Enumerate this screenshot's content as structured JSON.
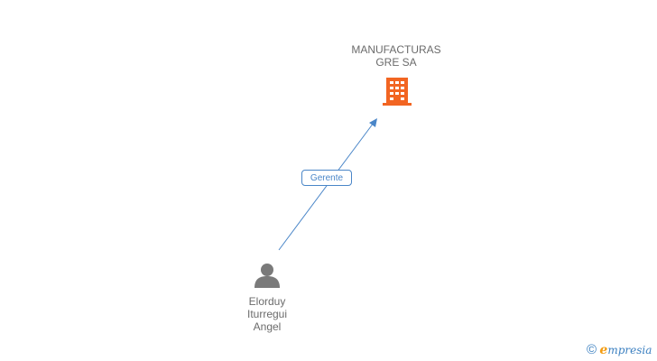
{
  "diagram": {
    "company": {
      "lines": [
        "MANUFACTURAS",
        "GRE SA"
      ],
      "icon": "building-icon",
      "color": "#f26522"
    },
    "person": {
      "lines": [
        "Elorduy",
        "Iturregui",
        "Angel"
      ],
      "icon": "person-icon",
      "color": "#7a7a7a"
    },
    "edge": {
      "label": "Gerente",
      "color": "#4a86c8"
    }
  },
  "footer": {
    "copyright": "©",
    "brand_initial": "e",
    "brand_rest": "mpresia"
  }
}
